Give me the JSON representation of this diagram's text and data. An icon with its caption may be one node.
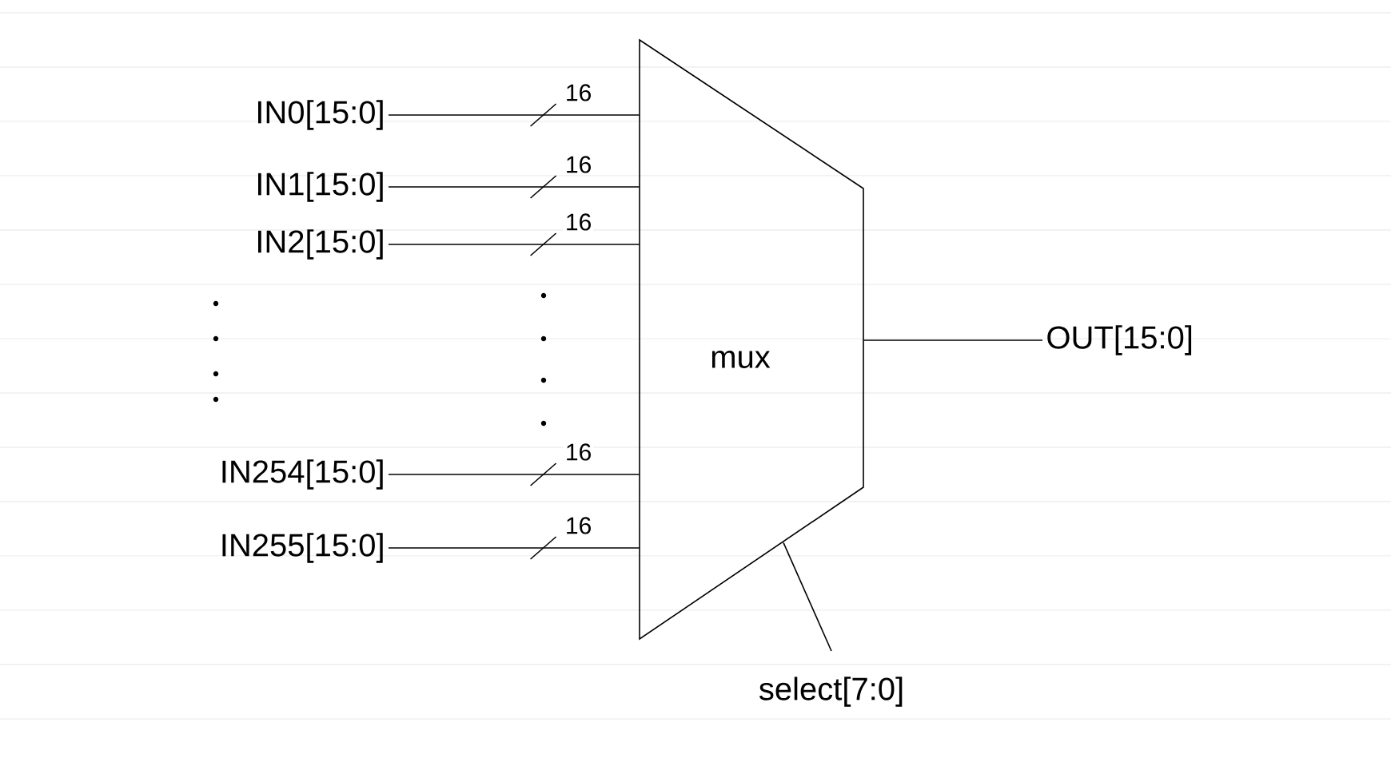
{
  "diagram": {
    "nodes": [
      {
        "text": [
          "IN0[15:0]"
        ]
      },
      {
        "text": [
          "IN1[15:0]"
        ]
      },
      {
        "text": [
          "IN2[15:0]"
        ]
      },
      {
        "text": [
          "IN254[15:0]"
        ]
      },
      {
        "text": [
          "IN255[15:0]"
        ]
      },
      {
        "text": [
          "mux"
        ]
      },
      {
        "text": [
          "OUT[15:0]"
        ]
      },
      {
        "text": [
          "select[7:0]"
        ]
      }
    ],
    "edges": [
      {
        "from": 0,
        "to": 5,
        "arrow": "none",
        "label": "16"
      },
      {
        "from": 1,
        "to": 5,
        "arrow": "none",
        "label": "16"
      },
      {
        "from": 2,
        "to": 5,
        "arrow": "none",
        "label": "16"
      },
      {
        "from": 3,
        "to": 5,
        "arrow": "none",
        "label": "16"
      },
      {
        "from": 4,
        "to": 5,
        "arrow": "none",
        "label": "16"
      },
      {
        "from": 5,
        "to": 6,
        "arrow": "none"
      },
      {
        "from": 7,
        "to": 5,
        "arrow": "none"
      }
    ]
  }
}
